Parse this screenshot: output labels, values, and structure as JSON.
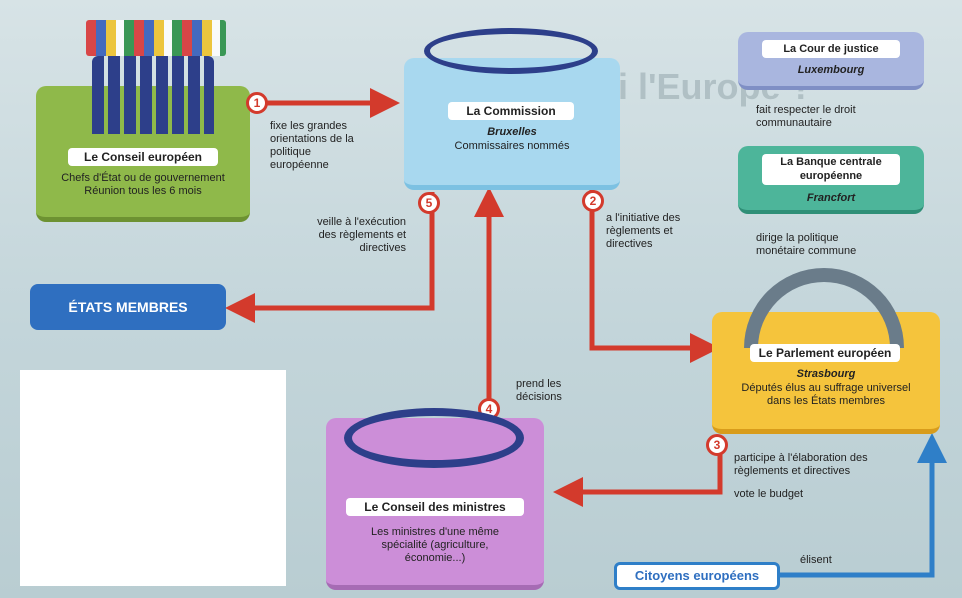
{
  "conseil_europeen": {
    "title": "Le Conseil européen",
    "desc": "Chefs d'État ou de gouvernement Réunion tous les 6 mois",
    "colors": {
      "fill": "#8fb94a",
      "edge": "#6d9232"
    }
  },
  "commission": {
    "title": "La Commission",
    "city": "Bruxelles",
    "desc": "Commissaires nommés",
    "colors": {
      "fill": "#a8d8ef",
      "edge": "#7cc1e2"
    }
  },
  "cour_justice": {
    "title": "La Cour de justice",
    "city": "Luxembourg",
    "desc": "fait respecter le droit communautaire"
  },
  "banque_centrale": {
    "title": "La Banque centrale européenne",
    "city": "Francfort",
    "desc": "dirige la politique monétaire commune"
  },
  "parlement": {
    "title": "Le Parlement européen",
    "city": "Strasbourg",
    "desc": "Députés élus au suffrage universel dans les États membres"
  },
  "etats_membres": {
    "title": "ÉTATS MEMBRES"
  },
  "conseil_ministres": {
    "title": "Le Conseil des ministres",
    "desc": "Les ministres d'une même spécialité (agriculture, économie...)"
  },
  "citoyens": {
    "title": "Citoyens européens"
  },
  "steps": [
    {
      "num": "1",
      "text": "fixe les grandes orientations de la politique européenne"
    },
    {
      "num": "2",
      "text": "a l'initiative des règlements et directives"
    },
    {
      "num": "3",
      "text": "participe à l'élaboration des règlements et directives"
    },
    {
      "num": "4",
      "text": "prend les décisions"
    },
    {
      "num": "5",
      "text": "veille à l'exécution des règlements et directives"
    }
  ],
  "vote_budget": "vote le budget",
  "elisent": "élisent",
  "bg_heading": "Pourquoi l'Europe ?",
  "colors": {
    "arrow": "#d33a2c",
    "blue_arrow": "#2f7fc8"
  }
}
